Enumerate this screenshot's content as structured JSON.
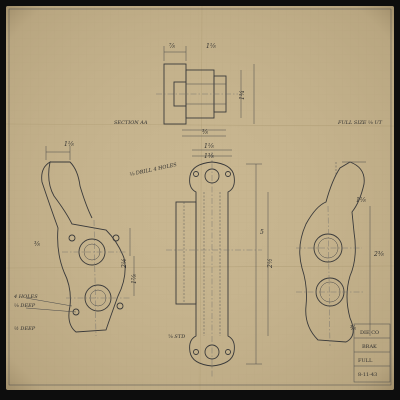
{
  "sheet": {
    "paper_color": "#c8b690",
    "ink_color": "#3a3a3a"
  },
  "annotations": {
    "section_label": "SECTION AA",
    "scale_note": "FULL SIZE ⅛ UT",
    "drill_note": "⅛ DRILL 4 HOLES",
    "tap_note": "⅝ STD",
    "side_note_1": "4 HOLES",
    "side_note_2": "⅛ DEEP",
    "side_note_3": "½ DEEP"
  },
  "dimensions": {
    "top_1": "⅞",
    "top_2": "1⅛",
    "top_3": "1¾",
    "top_4": "⅜",
    "left_1": "1⅛",
    "left_2": "⅜",
    "left_3": "2½",
    "left_4": "1⅞",
    "mid_1": "1⅛",
    "mid_2": "1⅜",
    "mid_3": "5",
    "mid_4": "2½",
    "right_1": "1⅛",
    "right_2": "2⅜",
    "right_3": "⅜"
  },
  "title_block": {
    "line_1": "DIE CO",
    "line_2": "BRAK",
    "line_3": "FULL",
    "line_4": "8-11-43"
  }
}
